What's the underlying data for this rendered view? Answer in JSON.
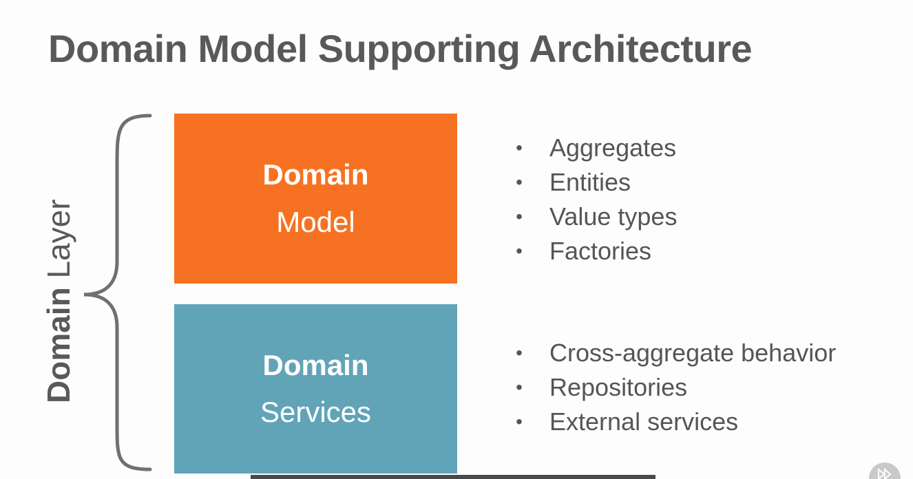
{
  "title": "Domain Model Supporting Architecture",
  "layer_label": {
    "bold": "Domain",
    "regular": "Layer"
  },
  "boxes": [
    {
      "line1": "Domain",
      "line2": "Model",
      "color": "#f67222",
      "bullets": [
        "Aggregates",
        "Entities",
        "Value types",
        "Factories"
      ]
    },
    {
      "line1": "Domain",
      "line2": "Services",
      "color": "#61a4b8",
      "bullets": [
        "Cross-aggregate behavior",
        "Repositories",
        "External services"
      ]
    }
  ],
  "bullet_glyph": "•",
  "icons": {
    "player": "playback-speed-icon"
  }
}
